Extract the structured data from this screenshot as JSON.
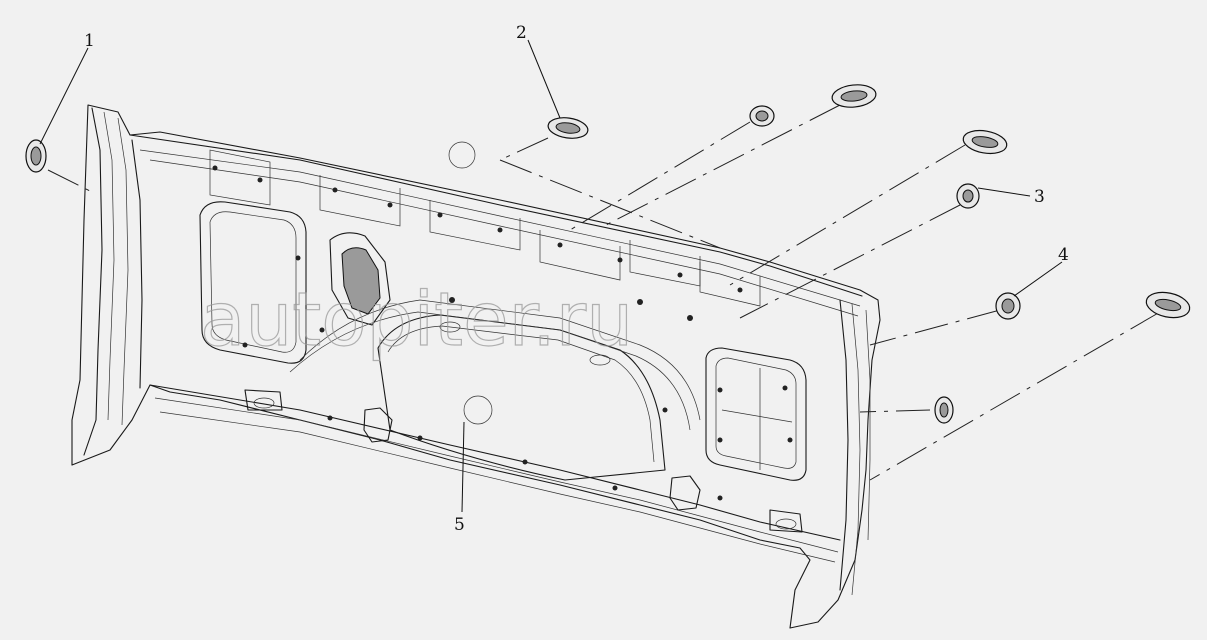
{
  "callouts": [
    {
      "id": "1",
      "label": "1"
    },
    {
      "id": "2",
      "label": "2"
    },
    {
      "id": "3",
      "label": "3"
    },
    {
      "id": "4",
      "label": "4"
    },
    {
      "id": "5",
      "label": "5"
    }
  ],
  "watermark": {
    "text": "autopiter.ru"
  },
  "colors": {
    "background": "#f1f1f1",
    "line": "#1a1a1a",
    "watermark": "#9a9a9a"
  }
}
